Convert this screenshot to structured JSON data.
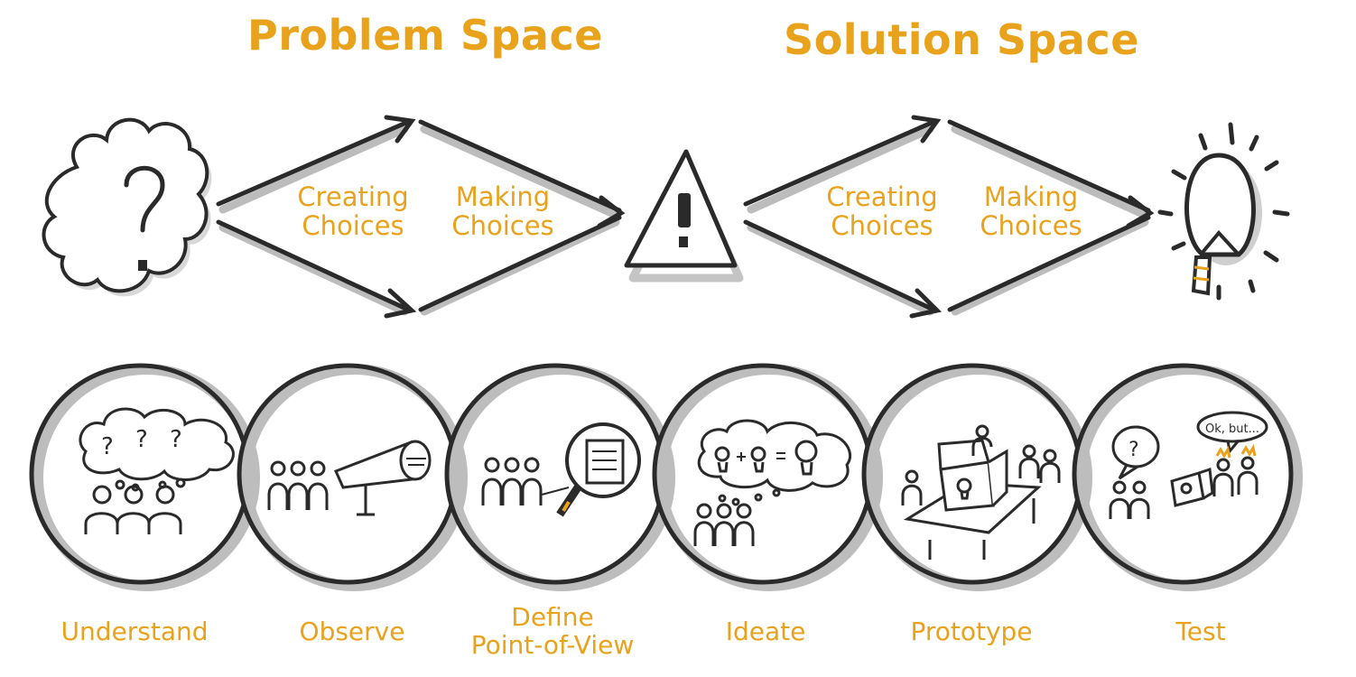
{
  "titles": {
    "problem": "Problem Space",
    "solution": "Solution Space"
  },
  "problem_diamond": {
    "creating": [
      "Creating",
      "Choices"
    ],
    "making": [
      "Making",
      "Choices"
    ]
  },
  "solution_diamond": {
    "creating": [
      "Creating",
      "Choices"
    ],
    "making": [
      "Making",
      "Choices"
    ]
  },
  "phases": [
    {
      "label": "Understand",
      "icon": "thought-cloud-people-icon"
    },
    {
      "label": "Observe",
      "icon": "telescope-people-icon"
    },
    {
      "label_lines": [
        "Define",
        "Point-of-View"
      ],
      "icon": "magnifier-document-icon"
    },
    {
      "label": "Ideate",
      "icon": "lightbulb-ideas-icon"
    },
    {
      "label": "Prototype",
      "icon": "prototype-box-icon"
    },
    {
      "label": "Test",
      "icon": "feedback-test-icon"
    }
  ],
  "test_bubble_text": "Ok, but...",
  "colors": {
    "accent": "#e9a21b",
    "ink": "#2a2a2a",
    "shadow": "#b9b9b9"
  }
}
